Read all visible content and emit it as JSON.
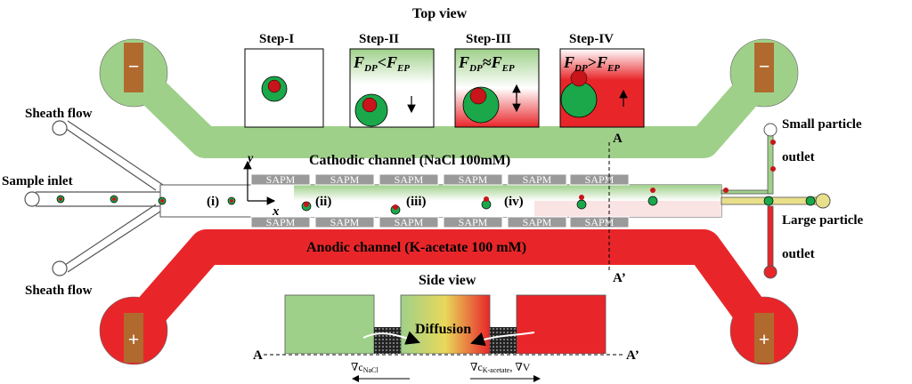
{
  "title_top": "Top view",
  "title_side": "Side view",
  "steps": [
    {
      "label": "Step-I"
    },
    {
      "label": "Step-II",
      "relation": "<"
    },
    {
      "label": "Step-III",
      "relation": "≈"
    },
    {
      "label": "Step-IV",
      "relation": ">"
    }
  ],
  "force_dp": "F",
  "force_dp_sub": "DP",
  "force_ep": "F",
  "force_ep_sub": "EP",
  "channels": {
    "cathodic": "Cathodic channel (NaCl 100mM)",
    "anodic": "Anodic channel (K-acetate 100 mM)"
  },
  "labels": {
    "sheath_top": "Sheath flow",
    "sheath_bottom": "Sheath flow",
    "sample_inlet": "Sample inlet",
    "small_outlet_1": "Small particle",
    "small_outlet_2": "outlet",
    "large_outlet_1": "Large particle",
    "large_outlet_2": "outlet",
    "section_a": "A",
    "section_a_prime": "A’",
    "axis_x": "x",
    "axis_y": "y",
    "diffusion": "Diffusion",
    "grad_nacl": "∇c",
    "grad_nacl_sub": "NaCl",
    "grad_kac": "∇c",
    "grad_kac_sub": "K-acetate",
    "grad_v": ", ∇V",
    "minus": "−",
    "plus": "+"
  },
  "stages": [
    "(i)",
    "(ii)",
    "(iii)",
    "(iv)"
  ],
  "sapm_label": "SAPM",
  "colors": {
    "green": "#9fd08a",
    "red": "#e8262a",
    "electrode": "#b06a2e",
    "particle_green": "#1aa84a",
    "particle_red": "#c8141a",
    "large_outlet": "#e8df8a"
  }
}
